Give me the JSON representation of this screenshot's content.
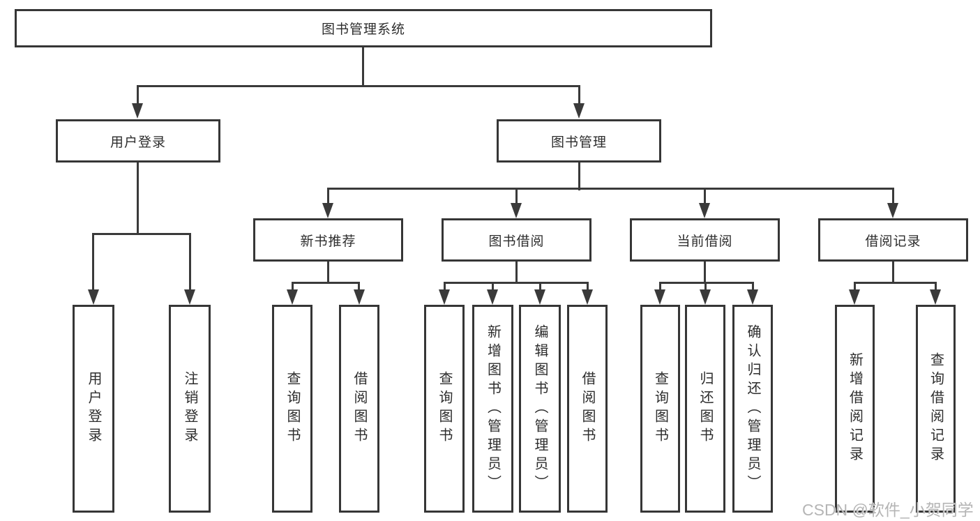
{
  "diagram": {
    "root": {
      "label": "图书管理系统"
    },
    "branches": [
      {
        "label": "用户登录",
        "children": [
          {
            "label": "用户登录"
          },
          {
            "label": "注销登录"
          }
        ]
      },
      {
        "label": "图书管理",
        "children": [
          {
            "label": "新书推荐",
            "children": [
              {
                "label": "查询图书"
              },
              {
                "label": "借阅图书"
              }
            ]
          },
          {
            "label": "图书借阅",
            "children": [
              {
                "label": "查询图书"
              },
              {
                "label": "新增图书（管理员）"
              },
              {
                "label": "编辑图书（管理员）"
              },
              {
                "label": "借阅图书"
              }
            ]
          },
          {
            "label": "当前借阅",
            "children": [
              {
                "label": "查询图书"
              },
              {
                "label": "归还图书"
              },
              {
                "label": "确认归还（管理员）"
              }
            ]
          },
          {
            "label": "借阅记录",
            "children": [
              {
                "label": "新增借阅记录"
              },
              {
                "label": "查询借阅记录"
              }
            ]
          }
        ]
      }
    ]
  },
  "watermark": "CSDN @软件_小贺同学",
  "colors": {
    "line": "#3a3a3a",
    "box_border": "#363636",
    "text": "#2d2d2d",
    "watermark": "#b5b5b5",
    "background": "#ffffff"
  }
}
